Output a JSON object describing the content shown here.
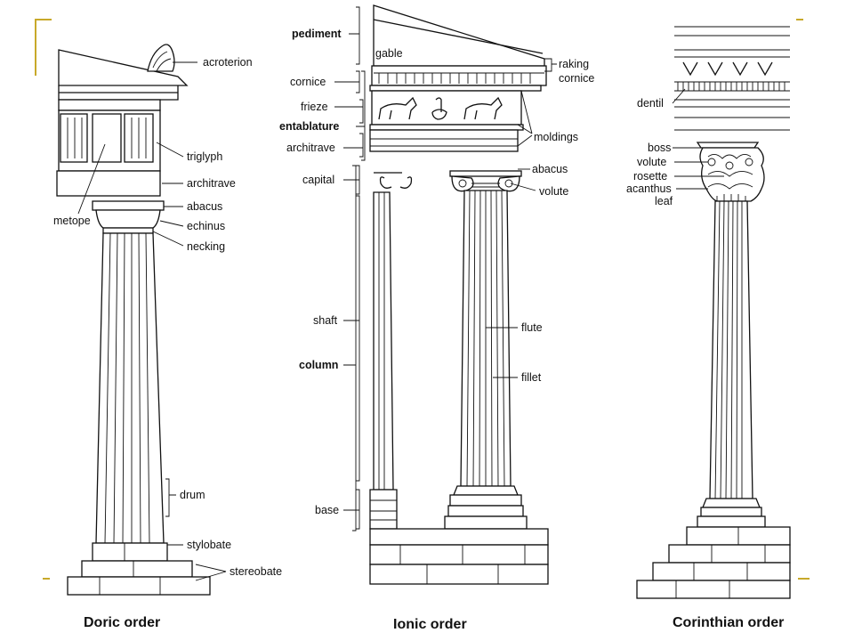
{
  "titles": {
    "doric": "Doric order",
    "ionic": "Ionic order",
    "corinthian": "Corinthian order"
  },
  "doric_labels": {
    "acroterion": "acroterion",
    "triglyph": "triglyph",
    "architrave": "architrave",
    "abacus": "abacus",
    "echinus": "echinus",
    "necking": "necking",
    "metope": "metope",
    "drum": "drum",
    "stylobate": "stylobate",
    "stereobate": "stereobate"
  },
  "ionic_labels": {
    "pediment": "pediment",
    "gable": "gable",
    "raking_1": "raking",
    "raking_2": "cornice",
    "cornice": "cornice",
    "frieze": "frieze",
    "entablature": "entablature",
    "architrave": "architrave",
    "moldings": "moldings",
    "capital": "capital",
    "abacus": "abacus",
    "volute": "volute",
    "shaft": "shaft",
    "column": "column",
    "flute": "flute",
    "fillet": "fillet",
    "base": "base"
  },
  "corinthian_labels": {
    "dentil": "dentil",
    "boss": "boss",
    "volute": "volute",
    "rosette": "rosette",
    "acanthus_1": "acanthus",
    "acanthus_2": "leaf"
  },
  "colors": {
    "frame_accent": "#c8a92a",
    "ink": "#111111"
  }
}
